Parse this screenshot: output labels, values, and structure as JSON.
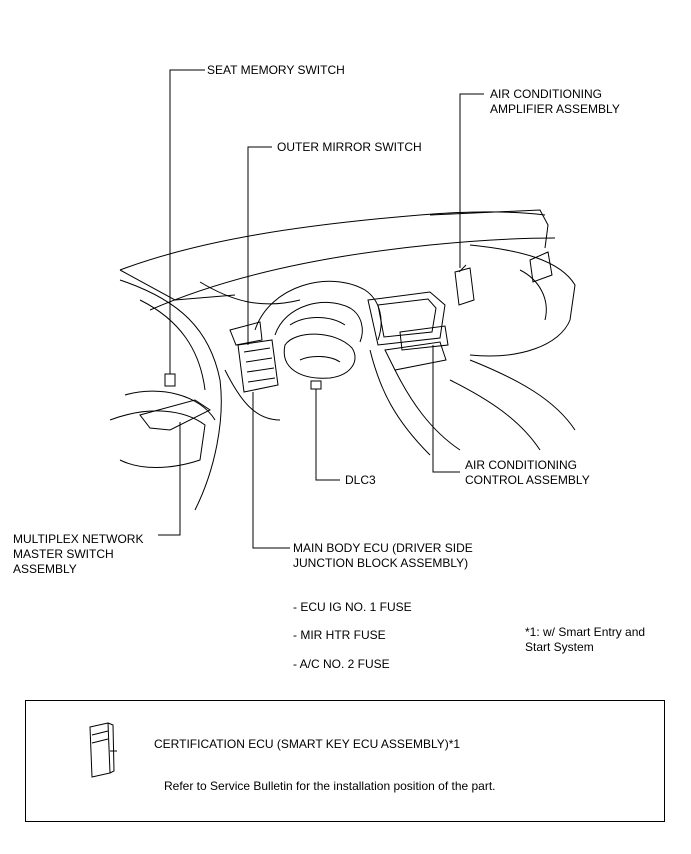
{
  "callouts": {
    "seat_memory_switch": "SEAT MEMORY SWITCH",
    "air_conditioning_amplifier": [
      "AIR CONDITIONING",
      "AMPLIFIER ASSEMBLY"
    ],
    "outer_mirror_switch": "OUTER MIRROR SWITCH",
    "dlc3": "DLC3",
    "air_conditioning_control": [
      "AIR CONDITIONING",
      "CONTROL ASSEMBLY"
    ],
    "multiplex_master_switch": [
      "MULTIPLEX NETWORK",
      "MASTER SWITCH",
      "ASSEMBLY"
    ],
    "main_body_ecu": [
      "MAIN BODY ECU (DRIVER SIDE",
      "JUNCTION BLOCK ASSEMBLY)"
    ]
  },
  "fuses": [
    "- ECU IG NO. 1 FUSE",
    "- MIR HTR FUSE",
    "- A/C NO. 2 FUSE"
  ],
  "footnote": [
    "*1: w/ Smart Entry and",
    "Start System"
  ],
  "note_box": {
    "title": "CERTIFICATION ECU (SMART KEY ECU ASSEMBLY)*1",
    "text": "Refer to Service Bulletin for the installation position of the part."
  }
}
